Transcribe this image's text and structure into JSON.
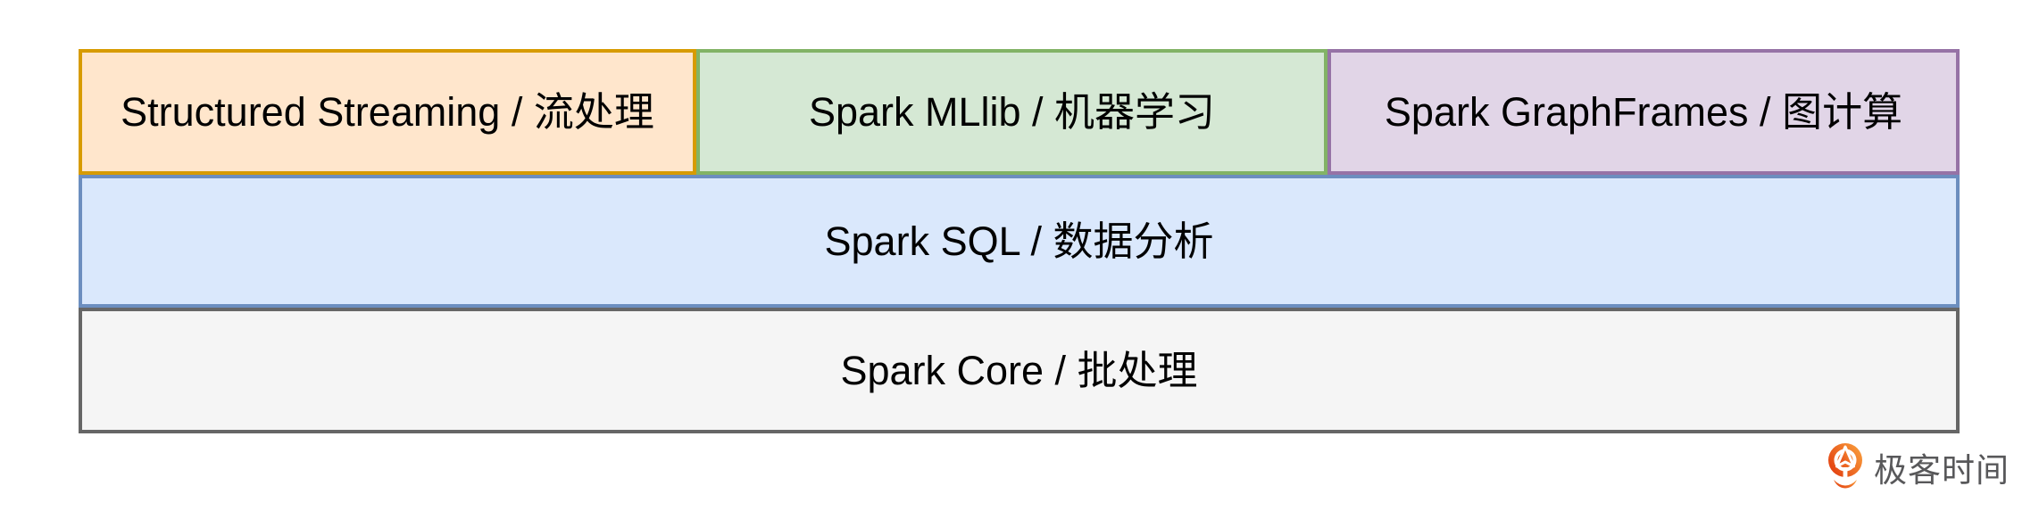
{
  "diagram": {
    "description": "Apache Spark software stack layers",
    "text_color": "#000000",
    "layers": {
      "top": [
        {
          "label": "Structured Streaming / 流处理",
          "fill": "#FFE6CC",
          "stroke": "#D79B00"
        },
        {
          "label": "Spark MLlib / 机器学习",
          "fill": "#D5E8D4",
          "stroke": "#82B366"
        },
        {
          "label": "Spark GraphFrames / 图计算",
          "fill": "#E1D5E7",
          "stroke": "#9673A6"
        }
      ],
      "middle": {
        "label": "Spark SQL / 数据分析",
        "fill": "#DAE8FC",
        "stroke": "#6C8EBF"
      },
      "bottom": {
        "label": "Spark Core / 批处理",
        "fill": "#F5F5F5",
        "stroke": "#666666"
      }
    }
  },
  "branding": {
    "logo_text": "极客时间",
    "text_color": "#58585A",
    "icon": {
      "name": "geektime-pin-icon",
      "gradient_start": "#E23C0F",
      "gradient_end": "#F99D3B"
    }
  }
}
